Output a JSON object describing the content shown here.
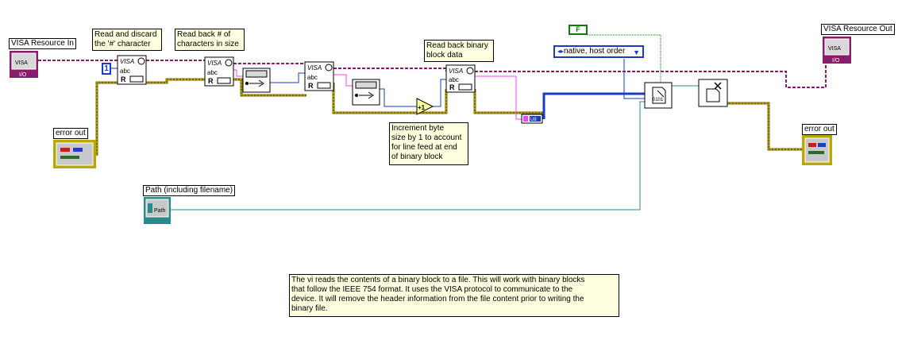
{
  "controls": {
    "visa_in_label": "VISA Resource In",
    "visa_out_label": "VISA Resource Out",
    "error_out_left_label": "error out",
    "error_out_right_label": "error out",
    "path_label": "Path (including filename)",
    "visa_icon_text": "VISA",
    "io_text": "I/O",
    "path_icon_text": "Path"
  },
  "constants": {
    "one": "1",
    "bool_false": "F",
    "byte_order": "native, host order"
  },
  "comments": {
    "read_discard": "Read and discard\nthe '#' character",
    "read_back_count": "Read back # of\ncharacters in size",
    "read_back_binary": "Read back binary\nblock data",
    "increment": "Increment byte\nsize by 1 to account\nfor line feed at end\nof binary block",
    "description": "The vi reads the contents of a binary block to a file.  This will work with binary blocks\nthat follow the IEEE 754 format.  It uses the VISA protocol to communicate to the\ndevice.  It will remove the header information from the file content prior to writing the\nbinary file."
  },
  "nodes": {
    "visa_read_text": "VISA",
    "abc_text": "abc",
    "r_text": "R",
    "increment_text": "+1",
    "u8_text": "U8",
    "binary_text": "0101"
  },
  "colors": {
    "visa_wire": "#8b1c6b",
    "error_wire": "#7a6a00",
    "string_wire": "#ff40ff",
    "numeric_wire": "#1a3cc4",
    "path_wire": "#2a8a8a",
    "bool_wire": "#107a10"
  }
}
